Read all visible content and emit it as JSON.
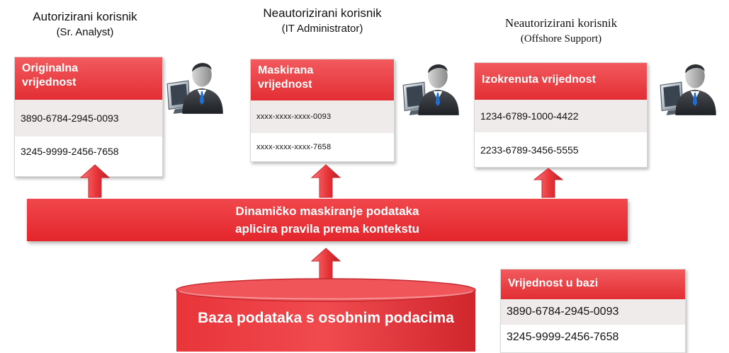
{
  "users": [
    {
      "title": "Autorizirani korisnik",
      "role": "(Sr. Analyst)"
    },
    {
      "title": "Neautorizirani korisnik",
      "role": "(IT Administrator)"
    },
    {
      "title": "Neautorizirani korisnik",
      "role": "(Offshore Support)"
    }
  ],
  "cards": [
    {
      "header_line1": "Originalna",
      "header_line2": "vrijednost",
      "rows": [
        "3890-6784-2945-0093",
        "3245-9999-2456-7658"
      ]
    },
    {
      "header_line1": "Maskirana",
      "header_line2": "vrijednost",
      "rows": [
        "xxxx-xxxx-xxxx-0093",
        "xxxx-xxxx-xxxx-7658"
      ]
    },
    {
      "header_line1": "Izokrenuta vrijednost",
      "header_line2": "",
      "rows": [
        "1234-6789-1000-4422",
        "2233-6789-3456-5555"
      ]
    }
  ],
  "db_card": {
    "header": "Vrijednost u bazi",
    "rows": [
      "3890-6784-2945-0093",
      "3245-9999-2456-7658"
    ]
  },
  "masking_band": {
    "line1": "Dinamičko maskiranje podataka",
    "line2": "aplicira pravila prema kontekstu"
  },
  "database": {
    "label": "Baza podataka s osobnim podacima"
  },
  "colors": {
    "accent_red": "#e8353a",
    "row_shade": "#f0ebeb"
  },
  "icons": [
    "user-at-computer-icon",
    "up-arrow-icon",
    "database-cylinder-icon"
  ]
}
